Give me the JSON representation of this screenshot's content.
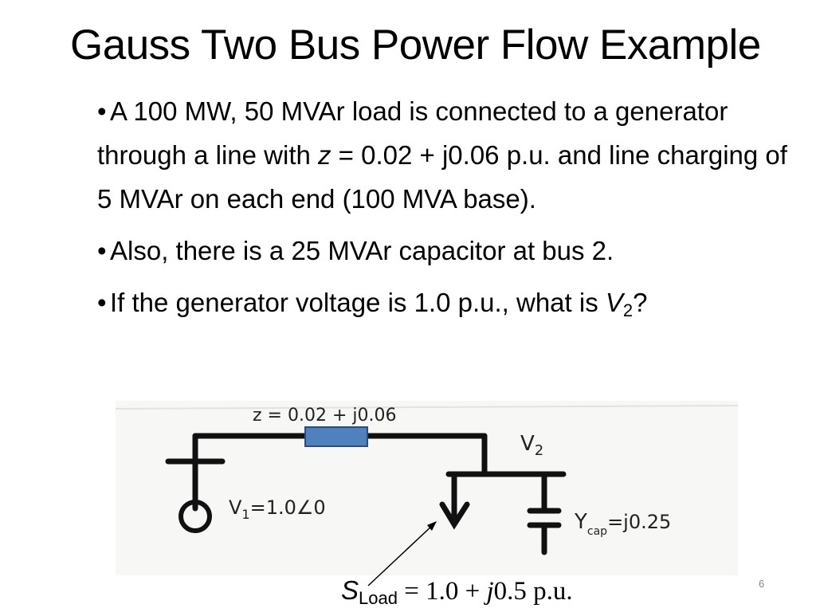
{
  "slide": {
    "title": "Gauss Two Bus Power Flow Example",
    "number": "6"
  },
  "bullets": [
    {
      "bullet_char": "•",
      "before_z": "A 100 MW, 50 MVAr load is connected to a generator through a line with ",
      "z_symbol": "z",
      "after_z": " = 0.02 + j0.06 p.u. and line charging of 5 MVAr on each end (100 MVA base)."
    },
    {
      "bullet_char": "•",
      "text": "Also, there is a 25 MVAr capacitor at bus 2."
    },
    {
      "bullet_char": "•",
      "before": "If the generator voltage is 1.0 p.u., what is ",
      "var": "V",
      "sub": "2",
      "after": "?"
    }
  ],
  "diagram": {
    "line_impedance_label": "z = 0.02 + j0.06",
    "bus2_label": "V",
    "bus2_sub": "2",
    "gen_voltage_label": "V",
    "gen_voltage_sub": "1",
    "gen_voltage_value": "=1.0∠0",
    "cap_label": "Y",
    "cap_sub": "cap",
    "cap_value": "=j0.25",
    "colors": {
      "impedance_box": "#4f81bd",
      "ink": "#111111"
    }
  },
  "load": {
    "symbol": "S",
    "sub": "Load",
    "rest": " = 1.0 + ",
    "j": "j",
    "value": "0.5 p.u."
  }
}
